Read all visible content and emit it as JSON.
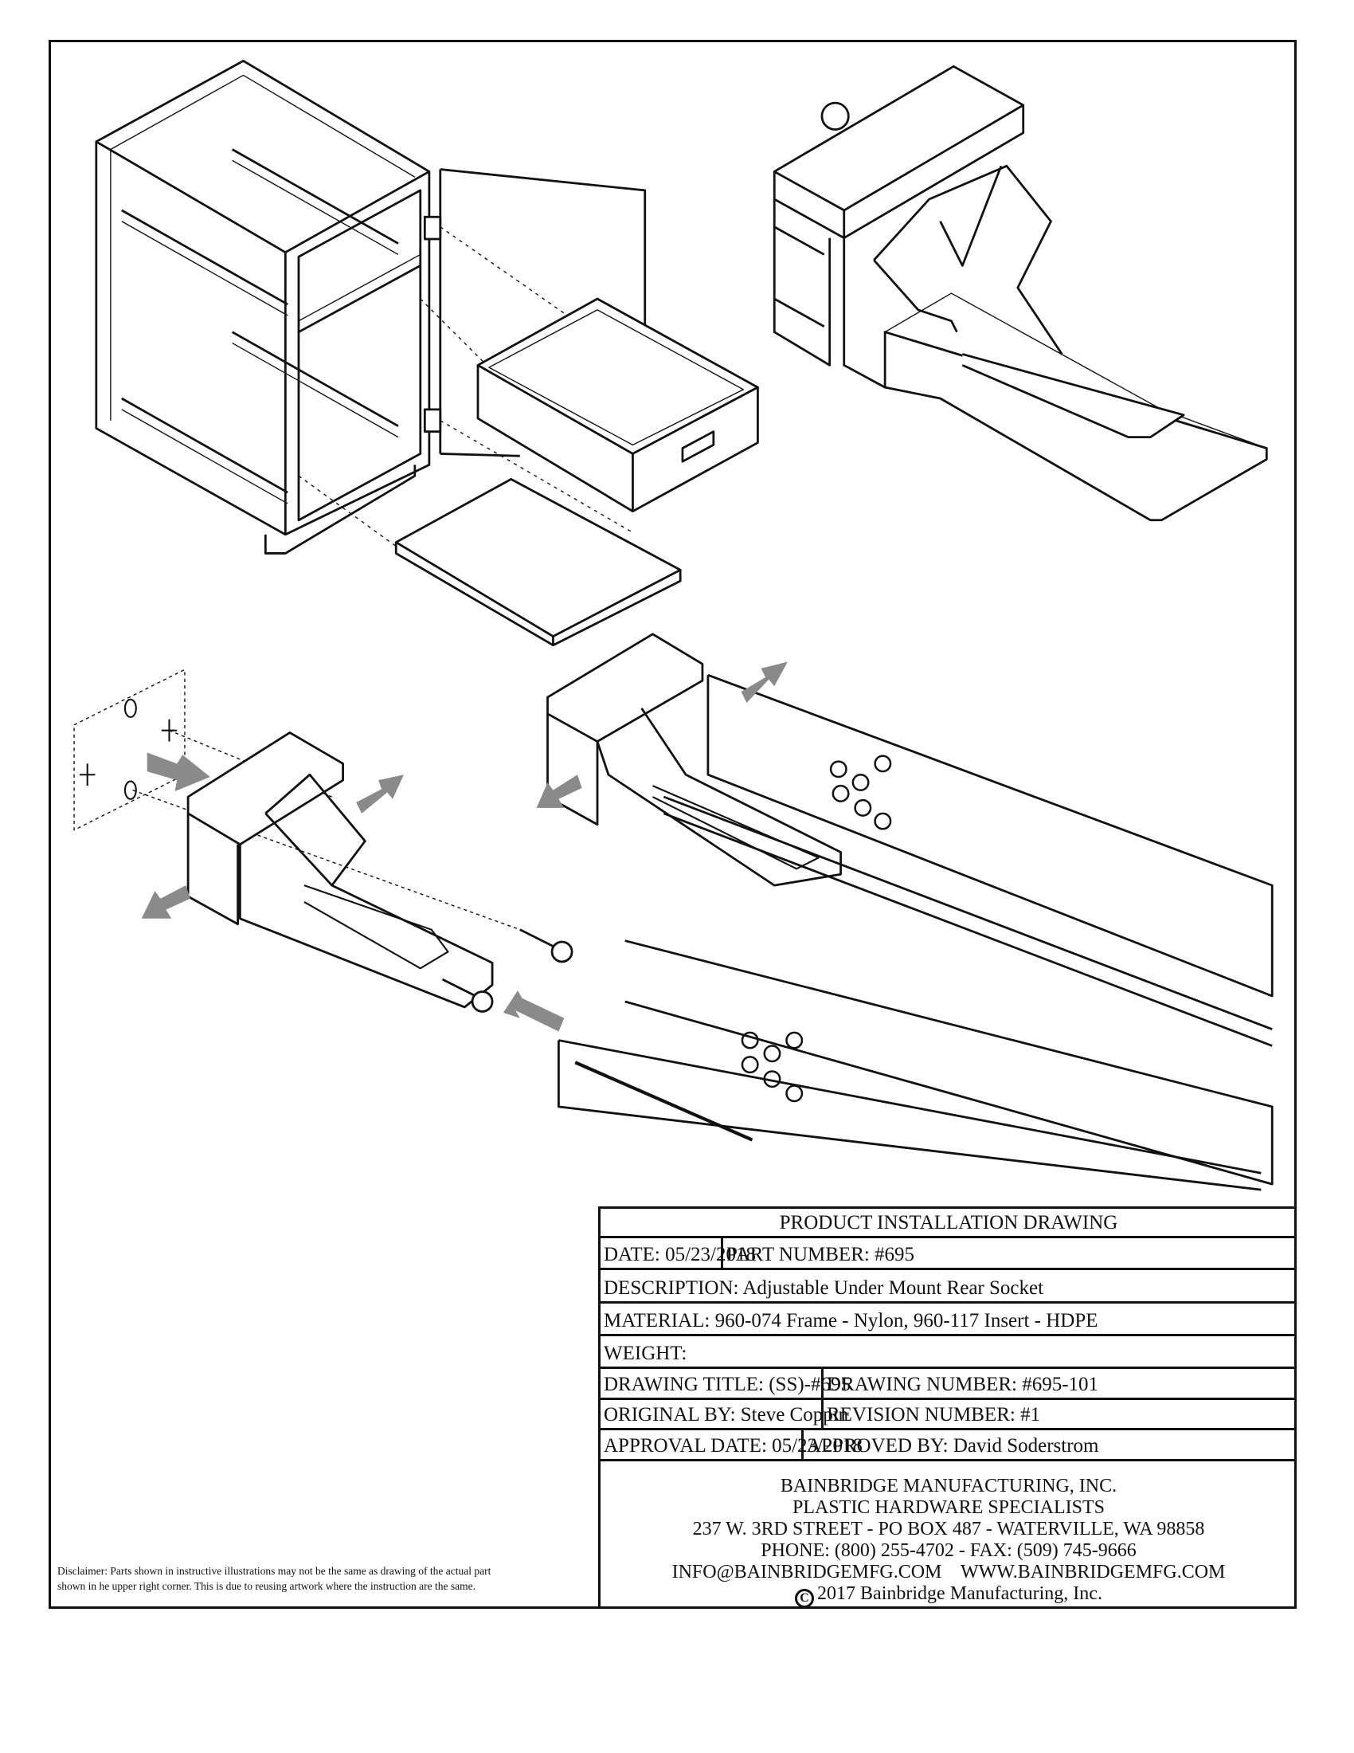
{
  "title_block": {
    "header": "PRODUCT INSTALLATION DRAWING",
    "date": "DATE: 05/23/2018",
    "part_number": "PART NUMBER: #695",
    "description": "DESCRIPTION: Adjustable Under Mount Rear Socket",
    "material": "MATERIAL: 960-074 Frame - Nylon, 960-117  Insert - HDPE",
    "weight": "WEIGHT:",
    "drawing_title": "DRAWING TITLE: (SS)-#695",
    "drawing_number": "DRAWING NUMBER: #695-101",
    "original_by": "ORIGINAL BY: Steve Coppin",
    "revision_number": "REVISION NUMBER: #1",
    "approval_date": "APPROVAL DATE: 05/23/2018",
    "approved_by": "APPROVED BY: David Soderstrom"
  },
  "company": {
    "name": "BAINBRIDGE MANUFACTURING, INC.",
    "tagline": "PLASTIC HARDWARE SPECIALISTS",
    "address": "237 W. 3RD STREET - PO BOX 487 - WATERVILLE, WA 98858",
    "phone": "PHONE: (800) 255-4702 - FAX: (509) 745-9666",
    "web": "INFO@BAINBRIDGEMFG.COM    WWW.BAINBRIDGEMFG.COM",
    "copyright_symbol": "C",
    "copyright": "2017 Bainbridge Manufacturing, Inc."
  },
  "disclaimer": {
    "line1": "Disclaimer: Parts shown in instructive illustrations may not be the same as drawing of the actual part",
    "line2": "shown in he upper right corner. This is due to reusing artwork where the instruction are the same."
  },
  "colors": {
    "line": "#111111",
    "arrow": "#8a8a8a"
  }
}
